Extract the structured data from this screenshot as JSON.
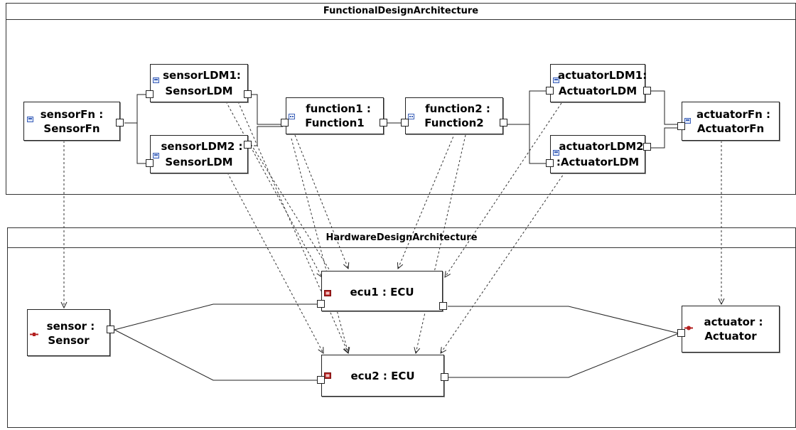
{
  "functional": {
    "title": "FunctionalDesignArchitecture",
    "components": {
      "sensorFn": {
        "line1": "sensorFn :",
        "line2": "SensorFn",
        "icon": "function-type-icon"
      },
      "sensorLDM1": {
        "line1": "sensorLDM1:",
        "line2": "SensorLDM",
        "icon": "function-type-icon"
      },
      "sensorLDM2": {
        "line1": "sensorLDM2 :",
        "line2": "SensorLDM",
        "icon": "function-type-icon"
      },
      "function1": {
        "line1": "function1 :",
        "line2": "Function1",
        "icon": "composite-function-icon"
      },
      "function2": {
        "line1": "function2 :",
        "line2": "Function2",
        "icon": "composite-function-icon"
      },
      "actuatorLDM1": {
        "line1": "actuatorLDM1:",
        "line2": "ActuatorLDM",
        "icon": "function-type-icon"
      },
      "actuatorLDM2": {
        "line1": "actuatorLDM2",
        "line2": ":ActuatorLDM",
        "icon": "function-type-icon"
      },
      "actuatorFn": {
        "line1": "actuatorFn :",
        "line2": "ActuatorFn",
        "icon": "function-type-icon"
      }
    }
  },
  "hardware": {
    "title": "HardwareDesignArchitecture",
    "components": {
      "sensor": {
        "line1": "sensor :",
        "line2": "Sensor",
        "icon": "sensor-icon"
      },
      "ecu1": {
        "line1": "ecu1 : ECU",
        "icon": "ecu-icon"
      },
      "ecu2": {
        "line1": "ecu2 : ECU",
        "icon": "ecu-icon"
      },
      "actuator": {
        "line1": "actuator :",
        "line2": "Actuator",
        "icon": "actuator-icon"
      }
    }
  },
  "colors": {
    "line": "#222222",
    "allocation": "#333333",
    "ecu_icon": "#b32020",
    "fn_icon": "#3a5fb8"
  }
}
